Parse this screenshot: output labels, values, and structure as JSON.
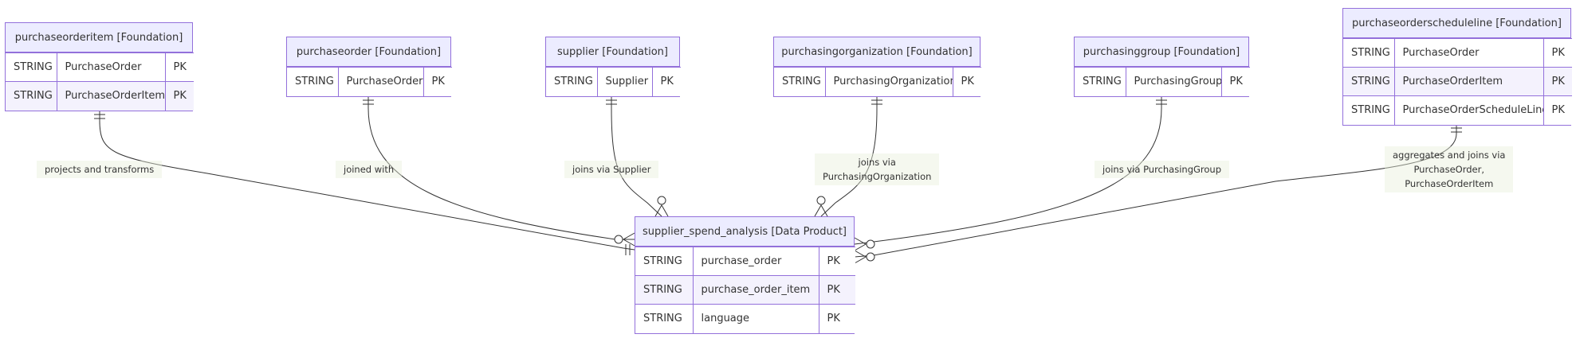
{
  "entities": [
    {
      "key": "poi",
      "title": "purchaseorderitem [Foundation]",
      "rows": [
        {
          "type": "STRING",
          "name": "PurchaseOrder",
          "key": "PK"
        },
        {
          "type": "STRING",
          "name": "PurchaseOrderItem",
          "key": "PK"
        }
      ]
    },
    {
      "key": "po",
      "title": "purchaseorder [Foundation]",
      "rows": [
        {
          "type": "STRING",
          "name": "PurchaseOrder",
          "key": "PK"
        }
      ]
    },
    {
      "key": "sup",
      "title": "supplier [Foundation]",
      "rows": [
        {
          "type": "STRING",
          "name": "Supplier",
          "key": "PK"
        }
      ]
    },
    {
      "key": "porg",
      "title": "purchasingorganization [Foundation]",
      "rows": [
        {
          "type": "STRING",
          "name": "PurchasingOrganization",
          "key": "PK"
        }
      ]
    },
    {
      "key": "pgrp",
      "title": "purchasinggroup [Foundation]",
      "rows": [
        {
          "type": "STRING",
          "name": "PurchasingGroup",
          "key": "PK"
        }
      ]
    },
    {
      "key": "posl",
      "title": "purchaseorderscheduleline [Foundation]",
      "rows": [
        {
          "type": "STRING",
          "name": "PurchaseOrder",
          "key": "PK"
        },
        {
          "type": "STRING",
          "name": "PurchaseOrderItem",
          "key": "PK"
        },
        {
          "type": "STRING",
          "name": "PurchaseOrderScheduleLine",
          "key": "PK"
        }
      ]
    },
    {
      "key": "ssa",
      "title": "supplier_spend_analysis [Data Product]",
      "rows": [
        {
          "type": "STRING",
          "name": "purchase_order",
          "key": "PK"
        },
        {
          "type": "STRING",
          "name": "purchase_order_item",
          "key": "PK"
        },
        {
          "type": "STRING",
          "name": "language",
          "key": "PK"
        }
      ]
    }
  ],
  "relationships": [
    {
      "key": "r_poi",
      "from": "purchaseorderitem",
      "to": "supplier_spend_analysis",
      "label": [
        "projects and transforms"
      ],
      "source_end": "exactly-one",
      "target_end": "exactly-one"
    },
    {
      "key": "r_po",
      "from": "purchaseorder",
      "to": "supplier_spend_analysis",
      "label": [
        "joined with"
      ],
      "source_end": "exactly-one",
      "target_end": "zero-or-many"
    },
    {
      "key": "r_sup",
      "from": "supplier",
      "to": "supplier_spend_analysis",
      "label": [
        "joins via Supplier"
      ],
      "source_end": "exactly-one",
      "target_end": "zero-or-many"
    },
    {
      "key": "r_porg",
      "from": "purchasingorganization",
      "to": "supplier_spend_analysis",
      "label": [
        "joins via",
        "PurchasingOrganization"
      ],
      "source_end": "exactly-one",
      "target_end": "zero-or-many"
    },
    {
      "key": "r_pgrp",
      "from": "purchasinggroup",
      "to": "supplier_spend_analysis",
      "label": [
        "joins via PurchasingGroup"
      ],
      "source_end": "exactly-one",
      "target_end": "zero-or-many"
    },
    {
      "key": "r_posl",
      "from": "purchaseorderscheduleline",
      "to": "supplier_spend_analysis",
      "label": [
        "aggregates and joins via",
        "PurchaseOrder,",
        "PurchaseOrderItem"
      ],
      "source_end": "exactly-one",
      "target_end": "zero-or-many"
    }
  ],
  "colors": {
    "border": "#9370db",
    "header": "#ececff",
    "row_alt": "#f4f2fd",
    "line": "#333333",
    "label_bg": "#e8f0dc"
  }
}
